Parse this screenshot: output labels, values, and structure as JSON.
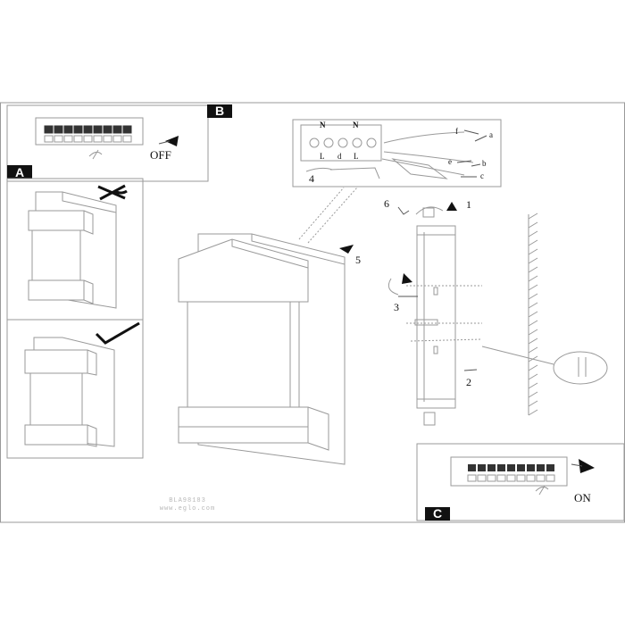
{
  "panels": {
    "a": {
      "tag": "A"
    },
    "b": {
      "tag": "B",
      "state": "OFF"
    },
    "c": {
      "tag": "C",
      "state": "ON"
    }
  },
  "detail": {
    "terminals_top": [
      "N",
      "N"
    ],
    "terminals_bottom": [
      "L",
      "d",
      "L"
    ],
    "callouts": [
      "a",
      "b",
      "c",
      "e",
      "f"
    ]
  },
  "steps": [
    "1",
    "2",
    "3",
    "4",
    "5",
    "6"
  ],
  "footer": {
    "code": "BLA98183",
    "url": "www.eglo.com"
  },
  "marks": {
    "wrong": "cross-icon",
    "right": "check-icon"
  }
}
